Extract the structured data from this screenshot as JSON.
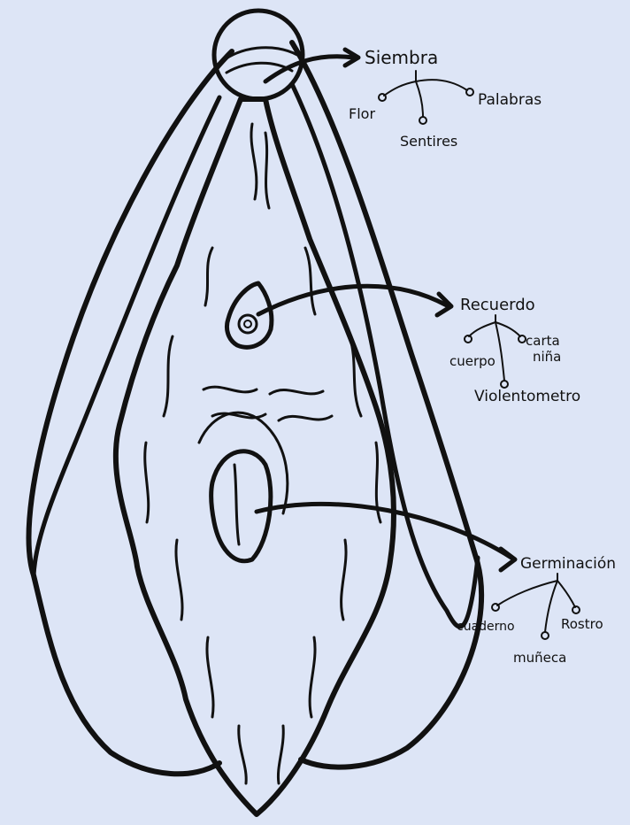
{
  "background_color": "#dde5f6",
  "ink_color": "#111111",
  "groups": [
    {
      "title": "Siembra",
      "items": [
        "Flor",
        "Sentires",
        "Palabras"
      ]
    },
    {
      "title": "Recuerdo",
      "items": [
        "cuerpo",
        "Violentometro",
        "carta",
        "niña"
      ]
    },
    {
      "title": "Germinación",
      "items": [
        "cuaderno",
        "muñeca",
        "Rostro"
      ]
    }
  ]
}
